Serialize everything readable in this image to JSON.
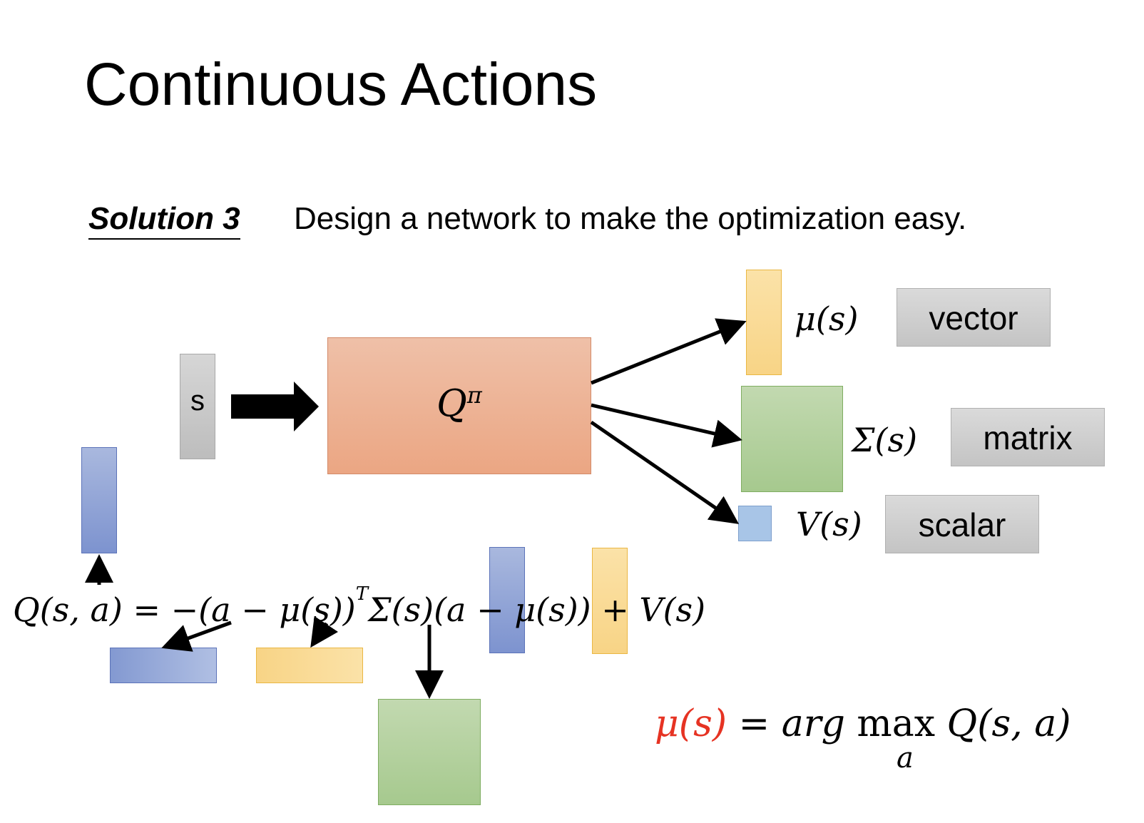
{
  "title": "Continuous Actions",
  "solution": {
    "label": "Solution 3",
    "text": "Design a network to make the optimization easy."
  },
  "network": {
    "input_label": "s",
    "q_symbol": "Q",
    "q_superscript": "π"
  },
  "outputs": {
    "mu": {
      "symbol": "μ(s)",
      "tag": "vector"
    },
    "sigma": {
      "symbol": "Σ(s)",
      "tag": "matrix"
    },
    "value": {
      "symbol": "V(s)",
      "tag": "scalar"
    }
  },
  "formula": {
    "main": "Q(s, a) = −(a − μ(s))",
    "superscript": "T",
    "rest": "Σ(s)(a − μ(s)) + V(s)"
  },
  "argmax": {
    "lhs": "μ(s)",
    "eq": " = ",
    "arg": "arg ",
    "max": "max",
    "rhs": " Q(s, a)",
    "sub": "a"
  },
  "colors": {
    "q_box": "#eba683",
    "yellow": "#f8d486",
    "green": "#a6c98e",
    "blue": "#7d93cf",
    "light_blue": "#a8c5e7",
    "tag_grey": "#cfcfcf",
    "highlight_red": "#e63323"
  }
}
